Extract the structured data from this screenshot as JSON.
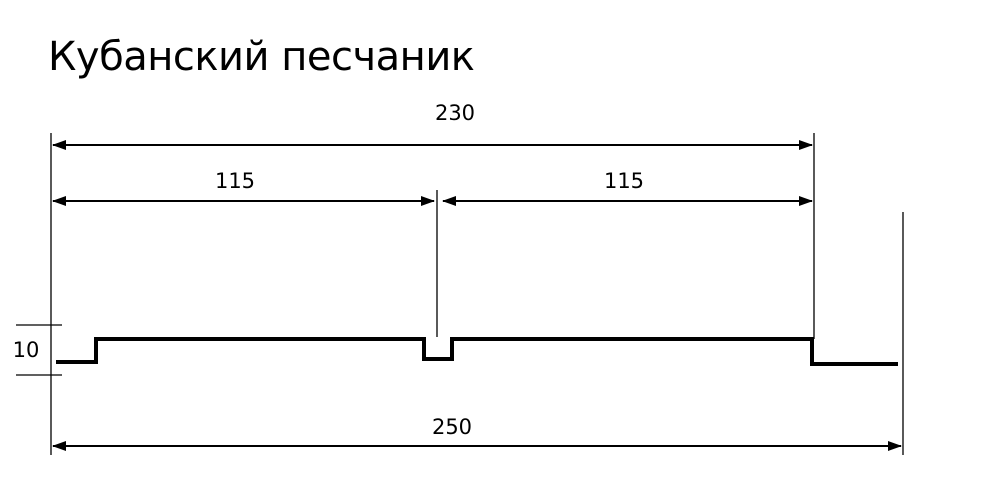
{
  "title": "Кубанский песчаник",
  "dimensions": {
    "total_top": "230",
    "left_half": "115",
    "right_half": "115",
    "step_height": "10",
    "total_bottom": "250"
  }
}
